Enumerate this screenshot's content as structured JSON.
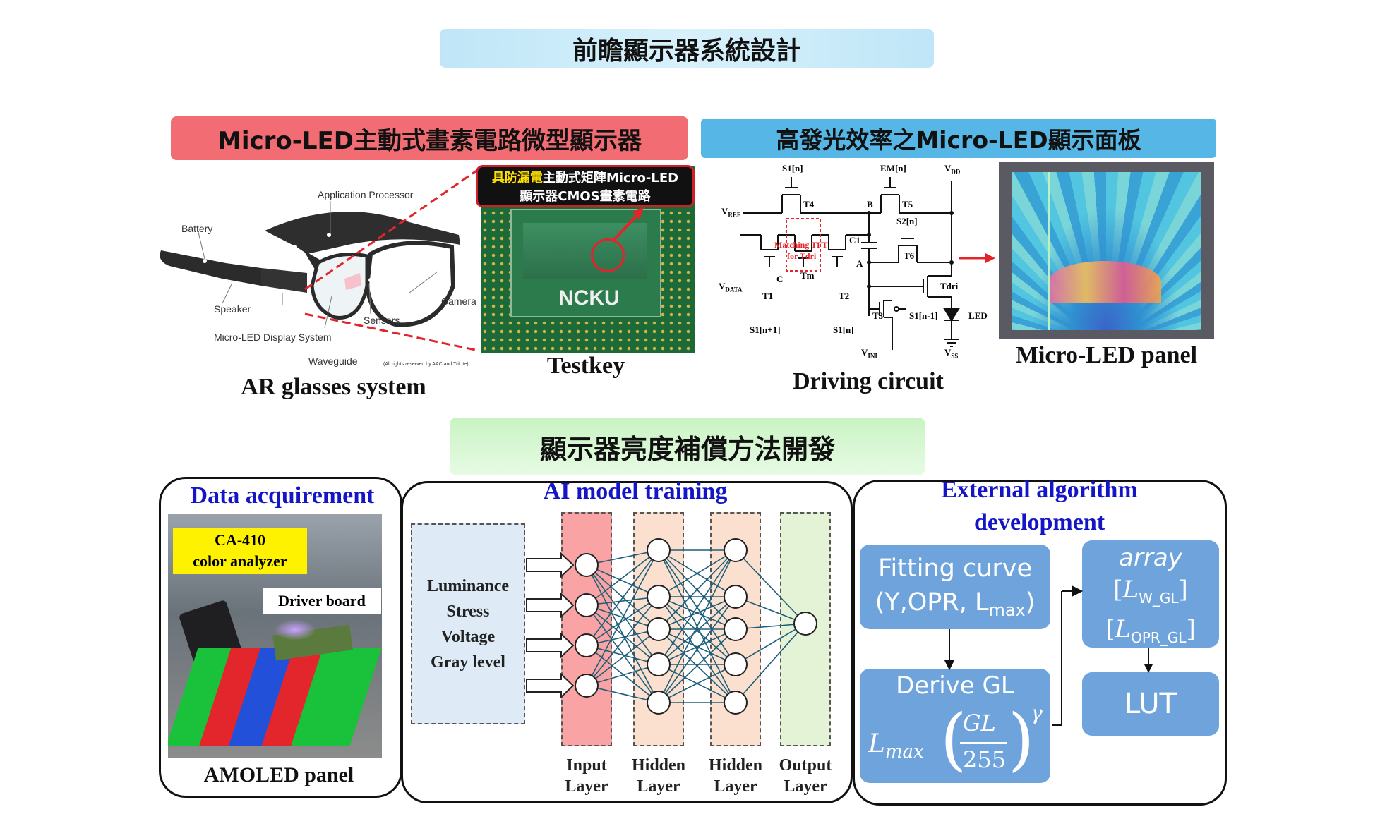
{
  "titles": {
    "main": "前瞻顯示器系統設計",
    "left_section": "Micro-LED主動式畫素電路微型顯示器",
    "right_section": "高發光效率之Micro-LED顯示面板",
    "bottom_section": "顯示器亮度補償方法開發"
  },
  "ar_glasses": {
    "caption": "AR glasses system",
    "labels": {
      "battery": "Battery",
      "app_processor": "Application Processor",
      "speaker": "Speaker",
      "micro_led_display": "Micro-LED Display System",
      "sensors": "Sensors",
      "camera": "Camera",
      "waveguide": "Waveguide",
      "rights": "(All rights reserved by AAC and TriLite)"
    }
  },
  "testkey": {
    "caption": "Testkey",
    "callout_highlight": "具防漏電",
    "callout_rest_line1": "主動式矩陣Micro-LED",
    "callout_line2": "顯示器CMOS畫素電路",
    "chip_text": "NCKU"
  },
  "driving_circuit": {
    "caption": "Driving circuit",
    "labels": {
      "s1n_top": "S1[n]",
      "emn": "EM[n]",
      "vdd": "V",
      "vdd_sub": "DD",
      "vref": "V",
      "vref_sub": "REF",
      "t4": "T4",
      "b": "B",
      "t5": "T5",
      "s2n": "S2[n]",
      "c1": "C1",
      "matching1": "Matching TFT",
      "matching2": "for Tdri",
      "a": "A",
      "t6": "T6",
      "vdata": "V",
      "vdata_sub": "DATA",
      "c": "C",
      "tm": "Tm",
      "t1": "T1",
      "t2": "T2",
      "tdri": "Tdri",
      "t3": "T3",
      "s1n1_right": "S1[n-1]",
      "led": "LED",
      "s1np1": "S1[n+1]",
      "s1n_bottom": "S1[n]",
      "vini": "V",
      "vini_sub": "INI",
      "vss": "V",
      "vss_sub": "SS"
    }
  },
  "micro_led_panel": {
    "caption": "Micro-LED panel"
  },
  "data_acquirement": {
    "title": "Data acquirement",
    "analyzer_line1": "CA-410",
    "analyzer_line2": "color analyzer",
    "driver_board": "Driver board",
    "caption": "AMOLED panel"
  },
  "ai_training": {
    "title": "AI model training",
    "inputs": [
      "Luminance",
      "Stress",
      "Voltage",
      "Gray level"
    ],
    "layers": [
      {
        "line1": "Input",
        "line2": "Layer"
      },
      {
        "line1": "Hidden",
        "line2": "Layer"
      },
      {
        "line1": "Hidden",
        "line2": "Layer"
      },
      {
        "line1": "Output",
        "line2": "Layer"
      }
    ]
  },
  "external_algorithm": {
    "title_line1": "External algorithm",
    "title_line2": "development",
    "fitting_line1": "Fitting curve",
    "fitting_line2_a": "(Y,OPR, L",
    "fitting_line2_sub": "max",
    "fitting_line2_b": ")",
    "array_title": "array",
    "array_row1_main": "L",
    "array_row1_sub": "W_GL",
    "array_row2_main": "L",
    "array_row2_sub": "OPR_GL",
    "derive_title": "Derive GL",
    "formula_l": "L",
    "formula_sub": "max",
    "formula_num": "GL",
    "formula_den": "255",
    "formula_exp": "γ",
    "lut": "LUT"
  },
  "colors": {
    "main_banner": "#c9ecf8",
    "left_banner": "#f26d73",
    "right_banner": "#56b7e6",
    "bottom_banner": "#d7f5d3",
    "panel_title": "#1515c8",
    "algo_box": "#6fa3dc"
  }
}
